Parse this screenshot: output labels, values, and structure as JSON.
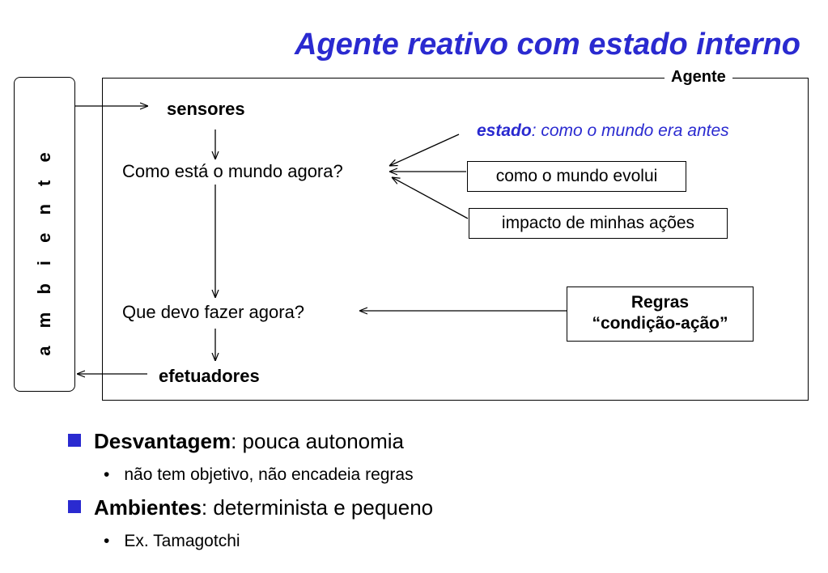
{
  "title": "Agente reativo com estado interno",
  "diagram": {
    "ambiente_label": "a m b i e n t e",
    "agente_label": "Agente",
    "sensores": "sensores",
    "como_esta": "Como está o mundo agora?",
    "estado_bold": "estado",
    "estado_rest": ": como o mundo era antes",
    "como_evolui": "como o mundo evolui",
    "impacto": "impacto de minhas ações",
    "que_devo": "Que devo fazer agora?",
    "regras_line1": "Regras",
    "regras_line2": "“condição-ação”",
    "efetuadores": "efetuadores"
  },
  "bullets": [
    {
      "bold": "Desvantagem",
      "rest": ": pouca autonomia",
      "sub": "não tem objetivo, não encadeia regras"
    },
    {
      "bold": "Ambientes",
      "rest": ": determinista e pequeno",
      "sub": "Ex. Tamagotchi"
    }
  ],
  "colors": {
    "accent": "#2a2ad0"
  }
}
